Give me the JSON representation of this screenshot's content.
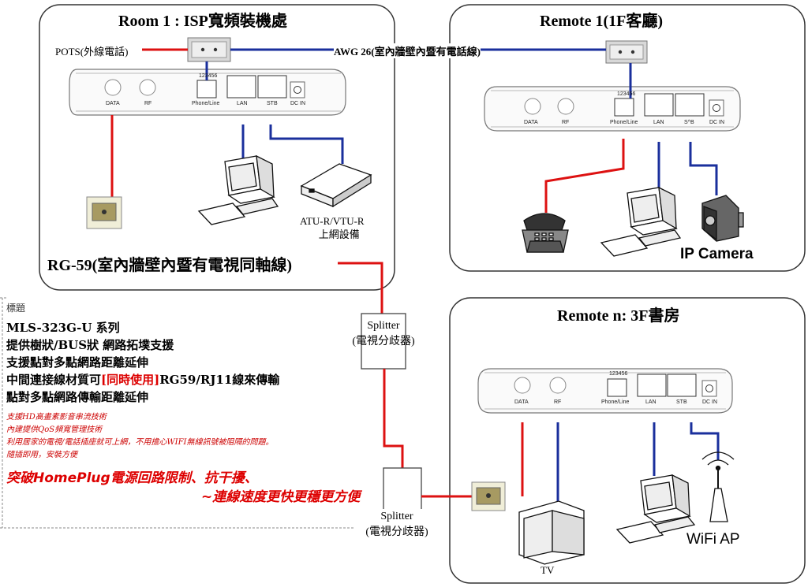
{
  "rooms": {
    "room1": {
      "title": "Room 1 : ISP寬頻裝機處"
    },
    "remote1": {
      "title": "Remote 1(1F客廳)"
    },
    "remoten": {
      "title": "Remote n: 3F書房"
    }
  },
  "labels": {
    "pots": "POTS(外線電話)",
    "awg26": "AWG 26(室內牆壁內暨有電話線)",
    "rg59": "RG-59(室內牆壁內暨有電視同軸線)",
    "atu_line1": "ATU-R/VTU-R",
    "atu_line2": "上網設備",
    "ip_camera": "IP Camera",
    "wifi_ap": "WiFi AP",
    "tv": "TV",
    "splitter1_line1": "Splitter",
    "splitter1_line2": "(電視分歧器)",
    "splitter2_line1": "Splitter",
    "splitter2_line2": "(電視分歧器)"
  },
  "device_ports": {
    "data": "DATA",
    "rf": "RF",
    "phone_line": "Phone/Line",
    "lan": "LAN",
    "stb": "STB",
    "stb_remote1": "S^B",
    "dc_in": "DC IN",
    "pin_numbers": "123456"
  },
  "notes": {
    "heading": "標題",
    "lines": [
      "MLS-323G-U 系列",
      "提供樹狀/BUS狀 網路拓墣支援",
      "支援點對多點網路距離延伸"
    ],
    "line4_pre": "中間連接線材質可",
    "line4_highlight": "[同時使用]",
    "line4_post": "RG59/RJ11線來傳輸",
    "line5": "點對多點網路傳輸距離延伸",
    "italic_lines": [
      "支援HD高畫素影音串流技術",
      "內建提供QoS頻寬管理技術",
      "利用居家的電視/電話插座就可上網，不用擔心WIFI無線訊號被阻隔的問題。",
      "隨插即用，安裝方便"
    ],
    "highlight1": "突破HomePlug電源回路限制、抗干擾、",
    "highlight2": "~連線速度更快更穩更方便"
  },
  "colors": {
    "red_wire": "#dd1111",
    "blue_wire": "#1a2f9c",
    "box_border": "#333333"
  }
}
